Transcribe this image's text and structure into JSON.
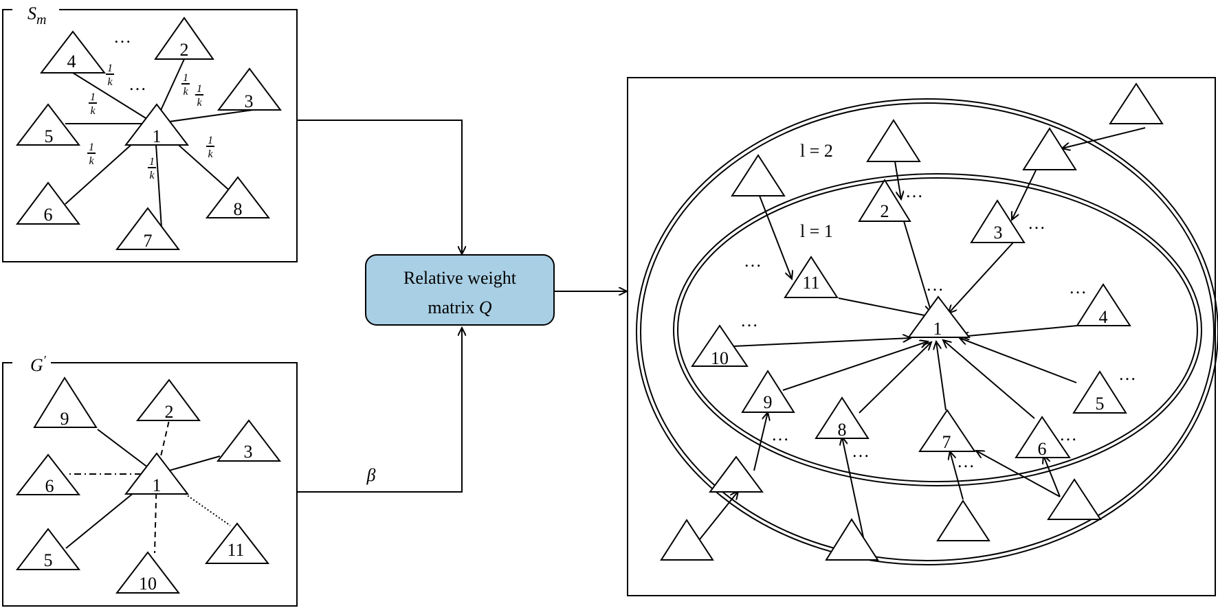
{
  "colors": {
    "matrix_fill": "#a9cfe4",
    "stroke": "#000000",
    "background": "#ffffff"
  },
  "panel_sm": {
    "title_base": "S",
    "title_sub": "m",
    "nodes": [
      "1",
      "2",
      "3",
      "4",
      "5",
      "6",
      "7",
      "8"
    ],
    "edge_weight_num": "1",
    "edge_weight_den": "k",
    "ellipsis": "…"
  },
  "panel_g": {
    "title_base": "G",
    "title_prime": "′",
    "nodes": [
      "1",
      "2",
      "3",
      "5",
      "6",
      "9",
      "10",
      "11"
    ]
  },
  "beta_label": "β",
  "matrix": {
    "line1": "Relative weight",
    "line2_text": "matrix ",
    "line2_var": "Q"
  },
  "result": {
    "ring_labels": [
      "l = 2",
      "l = 1"
    ],
    "nodes": [
      "1",
      "2",
      "3",
      "4",
      "5",
      "6",
      "7",
      "8",
      "9",
      "10",
      "11"
    ],
    "ellipsis": "…"
  }
}
